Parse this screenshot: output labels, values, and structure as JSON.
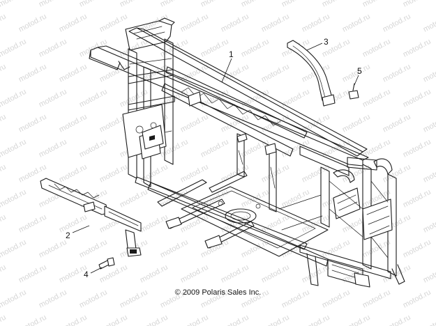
{
  "watermark_text": "motod.ru",
  "callouts": [
    {
      "id": "1",
      "label": "1"
    },
    {
      "id": "2",
      "label": "2"
    },
    {
      "id": "3",
      "label": "3"
    },
    {
      "id": "4",
      "label": "4"
    },
    {
      "id": "5",
      "label": "5"
    }
  ],
  "copyright": "© 2009 Polaris Sales Inc."
}
